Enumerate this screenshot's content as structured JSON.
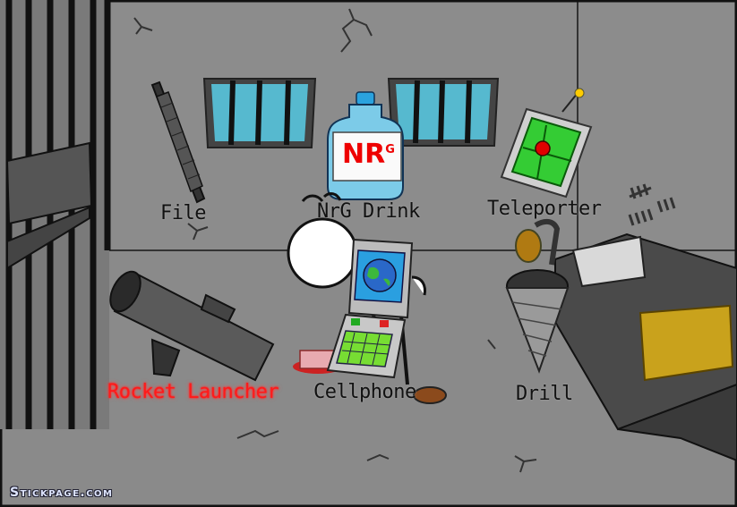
{
  "scene": {
    "name": "prison-cell-item-select"
  },
  "items": [
    {
      "id": "file",
      "label": "File",
      "selected": false,
      "icon": "metal-file-icon"
    },
    {
      "id": "nrg-drink",
      "label": "NrG Drink",
      "selected": false,
      "icon": "nrg-bottle-icon",
      "bottle_text": "NR",
      "bottle_superscript": "G"
    },
    {
      "id": "teleporter",
      "label": "Teleporter",
      "selected": false,
      "icon": "teleporter-device-icon"
    },
    {
      "id": "rocket-launcher",
      "label": "Rocket Launcher",
      "selected": true,
      "icon": "rocket-launcher-icon"
    },
    {
      "id": "cellphone",
      "label": "Cellphone",
      "selected": false,
      "icon": "cellphone-icon"
    },
    {
      "id": "drill",
      "label": "Drill",
      "selected": false,
      "icon": "drill-icon"
    }
  ],
  "colors": {
    "selected": "#ff1a1a",
    "label": "#111111",
    "wall": "#8e8e8e",
    "window_glass": "#4fb6cc",
    "teleporter_screen": "#33cc33"
  },
  "brand": {
    "text": "Stickpage.com"
  }
}
